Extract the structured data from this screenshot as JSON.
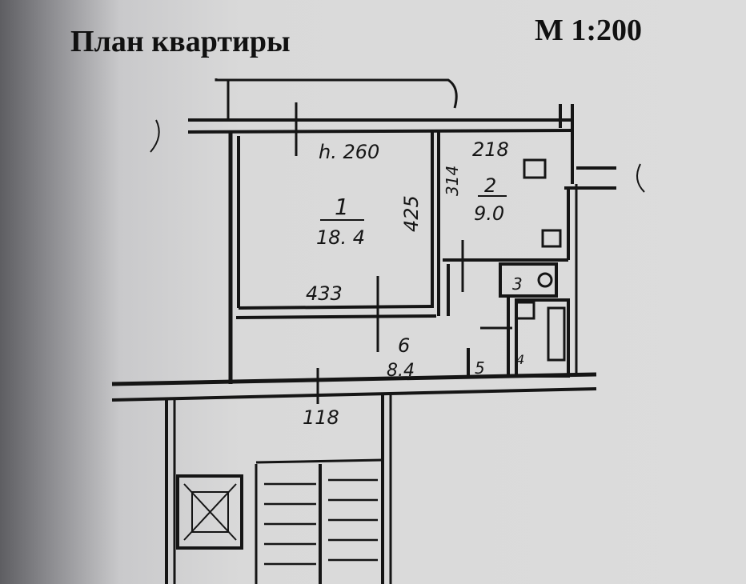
{
  "title": "План квартиры",
  "scale": "М 1:200",
  "labels": {
    "ceiling_height": "h. 260",
    "room1_number": "1",
    "room1_area": "18. 4",
    "room1_width": "433",
    "room1_length": "425",
    "room2_number": "2",
    "room2_area": "9.0",
    "room2_width": "218",
    "room2_length": "314",
    "room3_number": "3",
    "room4_number": "4",
    "room5_number": "5",
    "room6_number": "6",
    "room6_area": "8.4",
    "stair_dim": "118"
  }
}
